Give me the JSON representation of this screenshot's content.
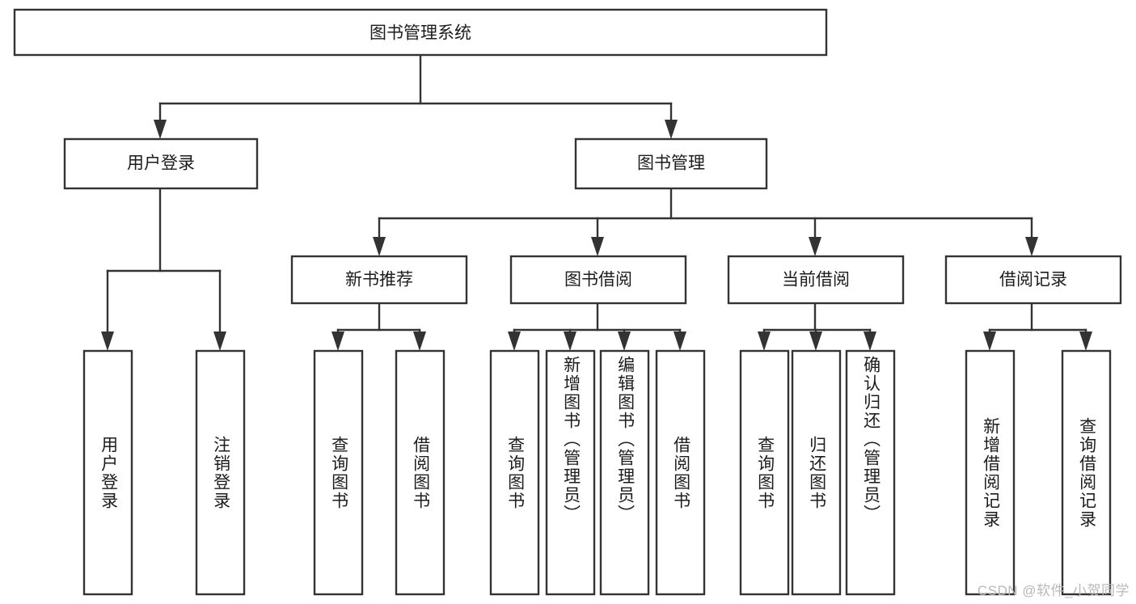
{
  "diagram": {
    "type": "tree-hierarchy-chart",
    "orientation": "top-down",
    "colors": {
      "box_border": "#333333",
      "box_fill": "#ffffff",
      "connector": "#333333",
      "text": "#1c1c1c",
      "background": "#ffffff",
      "watermark": "#b9b9b9"
    },
    "root": {
      "id": "root",
      "label": "图书管理系统"
    },
    "level1": [
      {
        "id": "user-login",
        "label": "用户登录"
      },
      {
        "id": "book-management",
        "label": "图书管理"
      }
    ],
    "level2": [
      {
        "id": "new-book-recommend",
        "label": "新书推荐",
        "parent": "book-management"
      },
      {
        "id": "book-borrow",
        "label": "图书借阅",
        "parent": "book-management"
      },
      {
        "id": "current-borrow",
        "label": "当前借阅",
        "parent": "book-management"
      },
      {
        "id": "borrow-record",
        "label": "借阅记录",
        "parent": "book-management"
      }
    ],
    "leaves": [
      {
        "id": "leaf-user-login",
        "label": "用户登录",
        "parent": "user-login"
      },
      {
        "id": "leaf-logout-login",
        "label": "注销登录",
        "parent": "user-login"
      },
      {
        "id": "leaf-query-book-1",
        "label": "查询图书",
        "parent": "new-book-recommend"
      },
      {
        "id": "leaf-borrow-book-1",
        "label": "借阅图书",
        "parent": "new-book-recommend"
      },
      {
        "id": "leaf-query-book-2",
        "label": "查询图书",
        "parent": "book-borrow"
      },
      {
        "id": "leaf-add-book",
        "label": "新增图书（管理员）",
        "parent": "book-borrow"
      },
      {
        "id": "leaf-edit-book",
        "label": "编辑图书（管理员）",
        "parent": "book-borrow"
      },
      {
        "id": "leaf-borrow-book-2",
        "label": "借阅图书",
        "parent": "book-borrow"
      },
      {
        "id": "leaf-query-book-3",
        "label": "查询图书",
        "parent": "current-borrow"
      },
      {
        "id": "leaf-return-book",
        "label": "归还图书",
        "parent": "current-borrow"
      },
      {
        "id": "leaf-confirm-return",
        "label": "确认归还（管理员）",
        "parent": "current-borrow"
      },
      {
        "id": "leaf-add-record",
        "label": "新增借阅记录",
        "parent": "borrow-record"
      },
      {
        "id": "leaf-query-record",
        "label": "查询借阅记录",
        "parent": "borrow-record"
      }
    ]
  },
  "watermark": {
    "text": "CSDN @软件_小贺同学"
  }
}
